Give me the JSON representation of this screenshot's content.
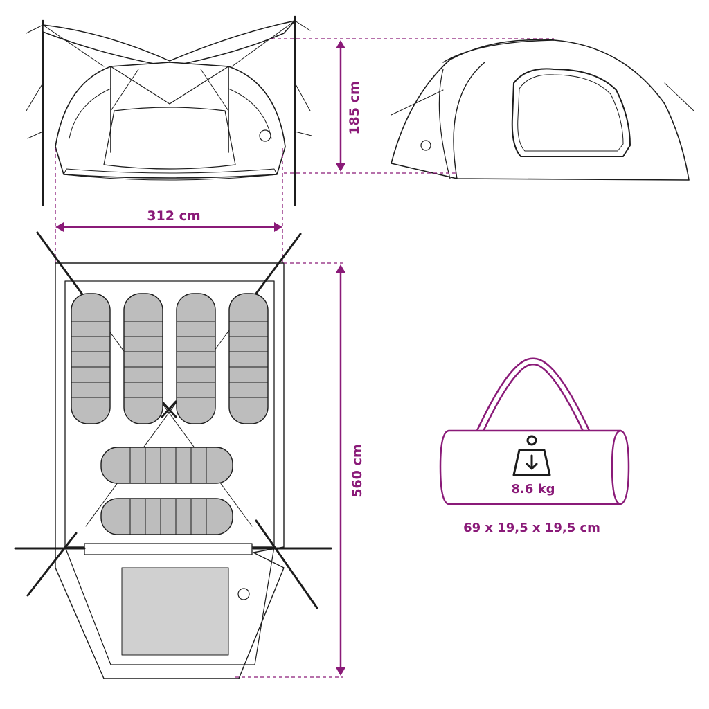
{
  "colors": {
    "accent": "#8a1a78",
    "line": "#1c1c1c",
    "sleeping_bag_fill": "#bdbdbd",
    "floor_fill": "#f2f2f2"
  },
  "dimensions": {
    "height": "185 cm",
    "width": "312 cm",
    "length": "560 cm"
  },
  "bag": {
    "weight": "8.6 kg",
    "pack_size": "69 x 19,5 x 19,5 cm"
  },
  "icons": [
    "weight-icon",
    "tent-logo-icon"
  ],
  "sleeping_bags": {
    "upright_count": 4,
    "horizontal_count": 2
  }
}
